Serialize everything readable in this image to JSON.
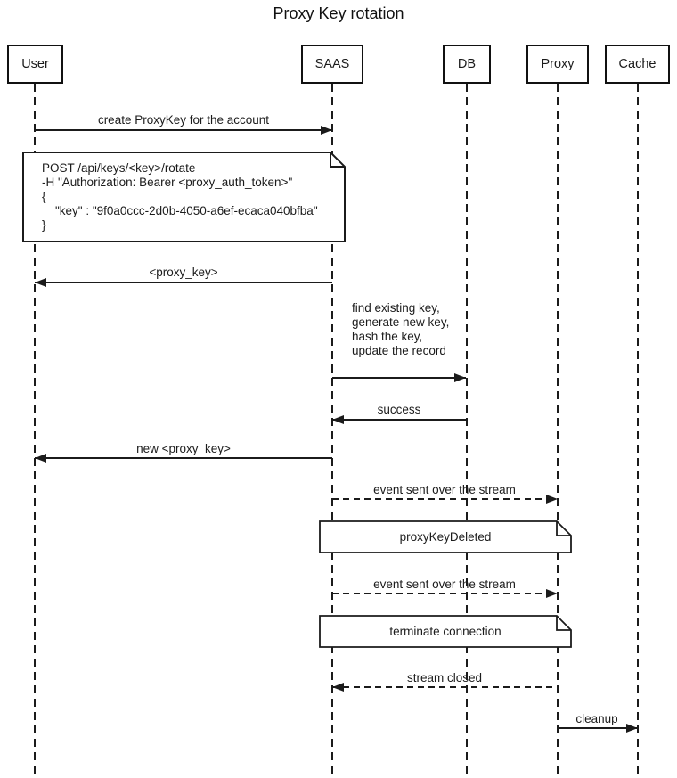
{
  "title": "Proxy Key rotation",
  "participants": [
    {
      "name": "User"
    },
    {
      "name": "SAAS"
    },
    {
      "name": "DB"
    },
    {
      "name": "Proxy"
    },
    {
      "name": "Cache"
    }
  ],
  "messages": [
    {
      "label": "create ProxyKey for the account",
      "from": "User",
      "to": "SAAS",
      "line": "solid"
    },
    {
      "label": "<proxy_key>",
      "from": "SAAS",
      "to": "User",
      "line": "solid"
    },
    {
      "label": "find existing key,\ngenerate new key,\nhash the key,\nupdate the record",
      "from": "SAAS",
      "to": "DB",
      "line": "solid"
    },
    {
      "label": "success",
      "from": "DB",
      "to": "SAAS",
      "line": "solid"
    },
    {
      "label": "new <proxy_key>",
      "from": "SAAS",
      "to": "User",
      "line": "solid"
    },
    {
      "label": "event sent over the stream",
      "from": "SAAS",
      "to": "Proxy",
      "line": "dashed"
    },
    {
      "label": "event sent over the stream",
      "from": "SAAS",
      "to": "Proxy",
      "line": "dashed"
    },
    {
      "label": "stream closed",
      "from": "Proxy",
      "to": "SAAS",
      "line": "dashed"
    },
    {
      "label": "cleanup",
      "from": "Proxy",
      "to": "Cache",
      "line": "solid"
    }
  ],
  "notes": [
    {
      "text": "POST /api/keys/<key>/rotate\n-H \"Authorization: Bearer <proxy_auth_token>\"\n{\n    \"key\" : \"9f0a0ccc-2d0b-4050-a6ef-ecaca040bfba\"\n}",
      "over": "User,SAAS"
    },
    {
      "text": "proxyKeyDeleted",
      "over": "SAAS,Proxy"
    },
    {
      "text": "terminate connection",
      "over": "SAAS,Proxy"
    }
  ],
  "colors": {
    "line": "#1b1b1b",
    "background": "#ffffff"
  }
}
